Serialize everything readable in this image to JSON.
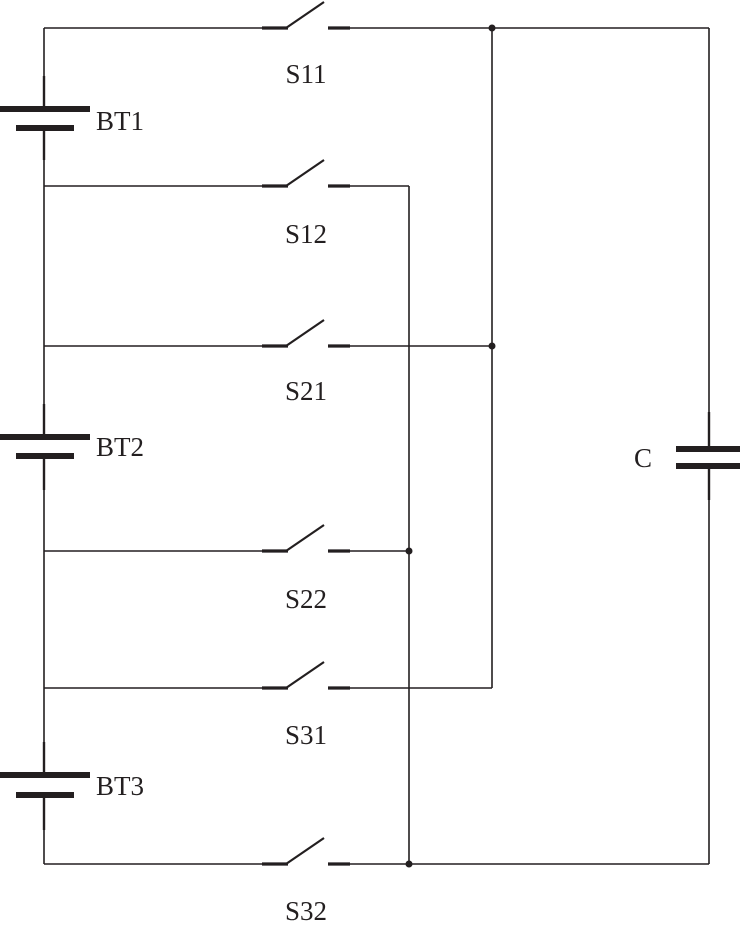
{
  "batteries": [
    {
      "id": "bt1",
      "label": "BT1"
    },
    {
      "id": "bt2",
      "label": "BT2"
    },
    {
      "id": "bt3",
      "label": "BT3"
    }
  ],
  "switches": [
    {
      "id": "s11",
      "label": "S11"
    },
    {
      "id": "s12",
      "label": "S12"
    },
    {
      "id": "s21",
      "label": "S21"
    },
    {
      "id": "s22",
      "label": "S22"
    },
    {
      "id": "s31",
      "label": "S31"
    },
    {
      "id": "s32",
      "label": "S32"
    }
  ],
  "capacitor": {
    "label": "C"
  },
  "colors": {
    "ink": "#231f20",
    "background": "#ffffff"
  }
}
